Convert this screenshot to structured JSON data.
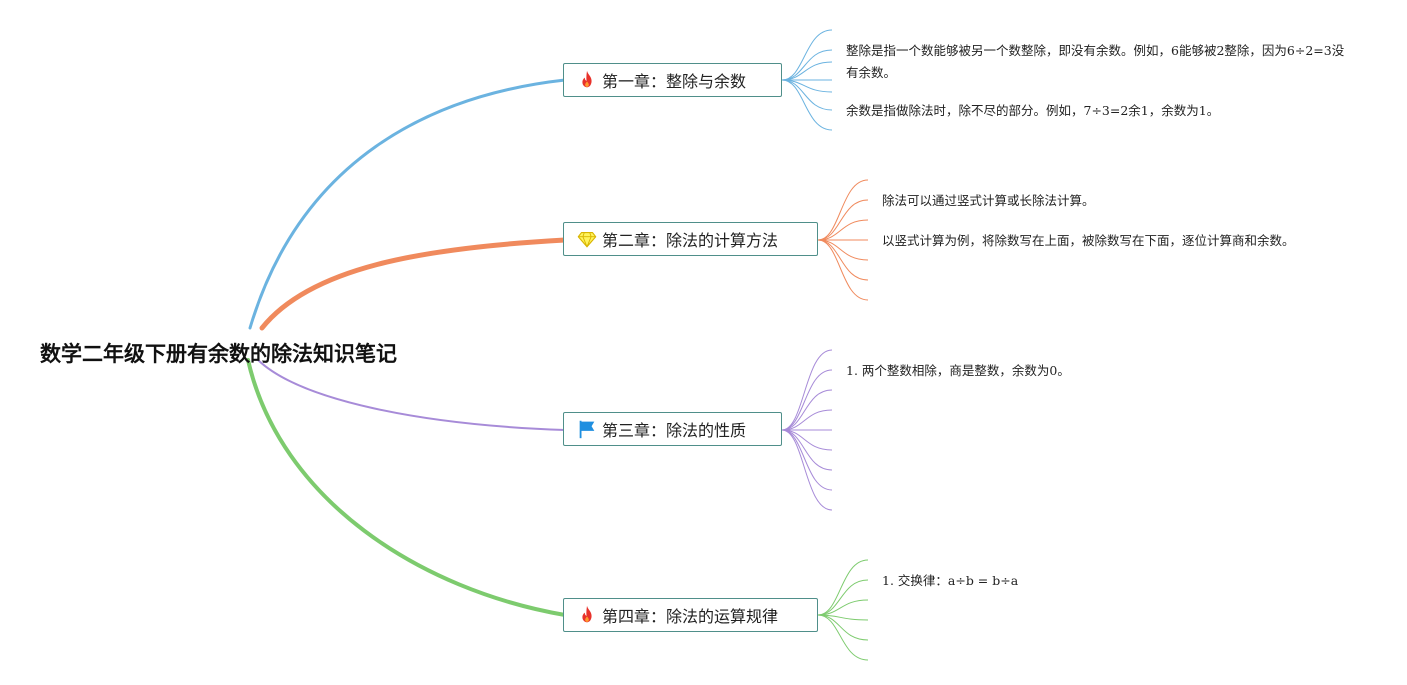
{
  "root": {
    "title": "数学二年级下册有余数的除法知识笔记"
  },
  "chapters": [
    {
      "title": "第一章：整除与余数",
      "icon": "fire-icon",
      "color": "#6bb3e0",
      "notes": [
        "整除是指一个数能够被另一个数整除，即没有余数。例如，6能够被2整除，因为6÷2=3没有余数。",
        "余数是指做除法时，除不尽的部分。例如，7÷3=2余1，余数为1。"
      ]
    },
    {
      "title": "第二章：除法的计算方法",
      "icon": "diamond-icon",
      "color": "#f08a5d",
      "notes": [
        "除法可以通过竖式计算或长除法计算。",
        "以竖式计算为例，将除数写在上面，被除数写在下面，逐位计算商和余数。"
      ]
    },
    {
      "title": "第三章：除法的性质",
      "icon": "flag-icon",
      "color": "#a78bd8",
      "notes": [
        "1. 两个整数相除，商是整数，余数为0。"
      ]
    },
    {
      "title": "第四章：除法的运算规律",
      "icon": "fire-icon",
      "color": "#7dcb6e",
      "notes": [
        "1. 交换律：a÷b = b÷a"
      ]
    }
  ]
}
